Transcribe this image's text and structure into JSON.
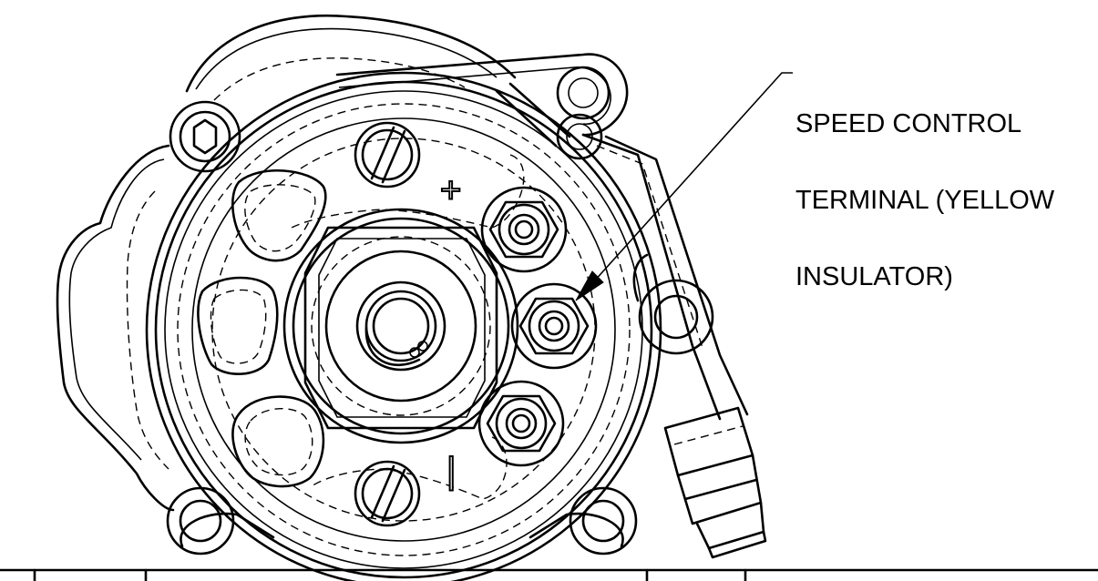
{
  "callout": {
    "lines": [
      "SPEED CONTROL",
      "TERMINAL (YELLOW",
      "INSULATOR)"
    ]
  },
  "polarity": {
    "plus": "+",
    "minus": "|"
  },
  "colors": {
    "ink": "#000000",
    "paper": "#ffffff"
  }
}
